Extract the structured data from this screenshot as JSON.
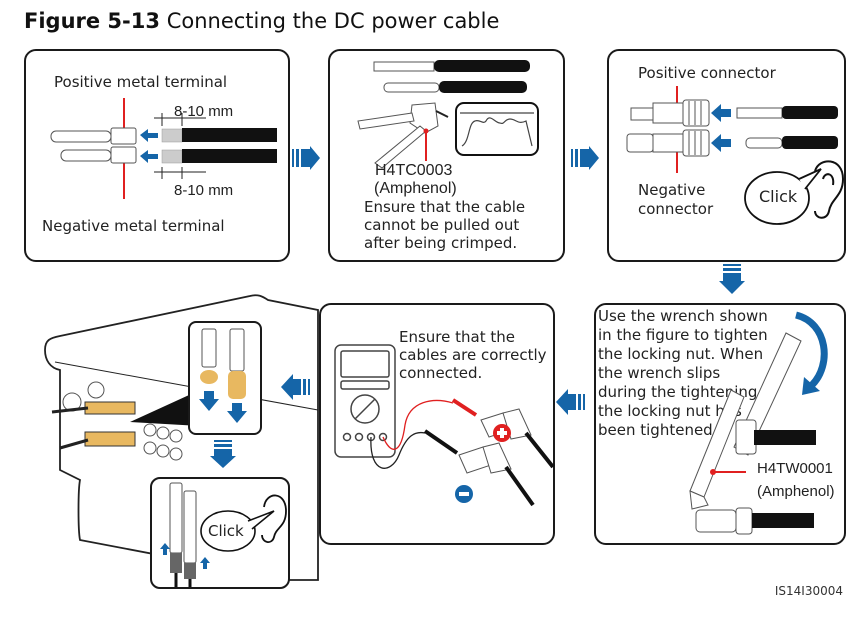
{
  "figure": {
    "number": "Figure 5-13",
    "title": "Connecting the DC power cable",
    "image_id_label": "IS14I30004"
  },
  "colors": {
    "arrow_blue": "#1565a8",
    "leader_red": "#e02020",
    "tan": "#e8b860",
    "black": "#111111"
  },
  "steps": [
    {
      "id": "strip-wire",
      "labels": {
        "positive_terminal": "Positive metal terminal",
        "negative_terminal": "Negative metal terminal",
        "strip_length_top": "8-10 mm",
        "strip_length_bottom": "8-10 mm"
      }
    },
    {
      "id": "crimp",
      "labels": {
        "tool_model": "H4TC0003",
        "tool_brand": "(Amphenol)",
        "note": "Ensure that the cable cannot be pulled out after being crimped."
      }
    },
    {
      "id": "insert-connector",
      "labels": {
        "positive_connector": "Positive connector",
        "negative_connector_line1": "Negative",
        "negative_connector_line2": "connector",
        "click": "Click"
      }
    },
    {
      "id": "tighten-nut",
      "labels": {
        "instruction": "Use the wrench shown in the figure to tighten the locking nut. When the wrench slips during the tightening, the locking nut has been tightened.",
        "tool_model": "H4TW0001",
        "tool_brand": "(Amphenol)"
      }
    },
    {
      "id": "check-polarity",
      "labels": {
        "note": "Ensure that the cables are correctly connected.",
        "positive_symbol": "+",
        "negative_symbol": "−"
      }
    },
    {
      "id": "connect-inverter",
      "labels": {
        "click": "Click"
      }
    }
  ]
}
